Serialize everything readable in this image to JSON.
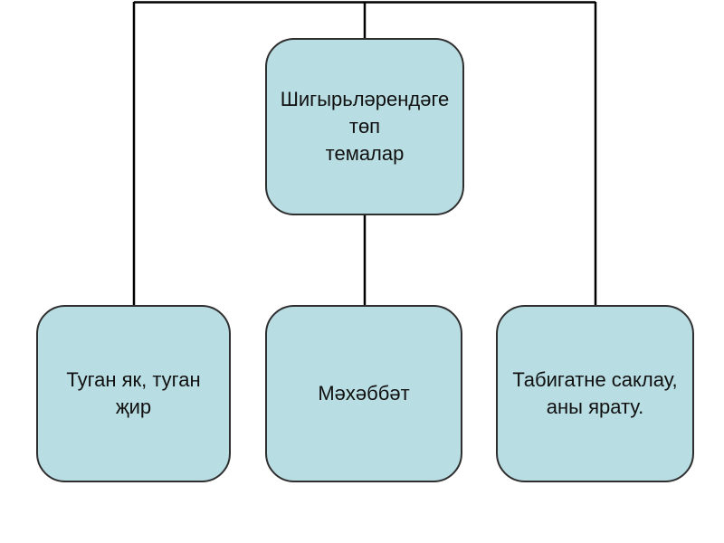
{
  "diagram": {
    "type": "tree",
    "root": {
      "label": "Шигырьләрендәге\nтөп\nтемалар"
    },
    "children": [
      {
        "label": "Туган як, туган\nҗир"
      },
      {
        "label": "Мәхәббәт"
      },
      {
        "label": "Табигатне саклау,\nаны ярату."
      }
    ],
    "colors": {
      "node_fill": "#b8dde2",
      "node_border": "#2f2f2f",
      "connector": "#000000",
      "background": "#ffffff",
      "text": "#111111"
    }
  }
}
